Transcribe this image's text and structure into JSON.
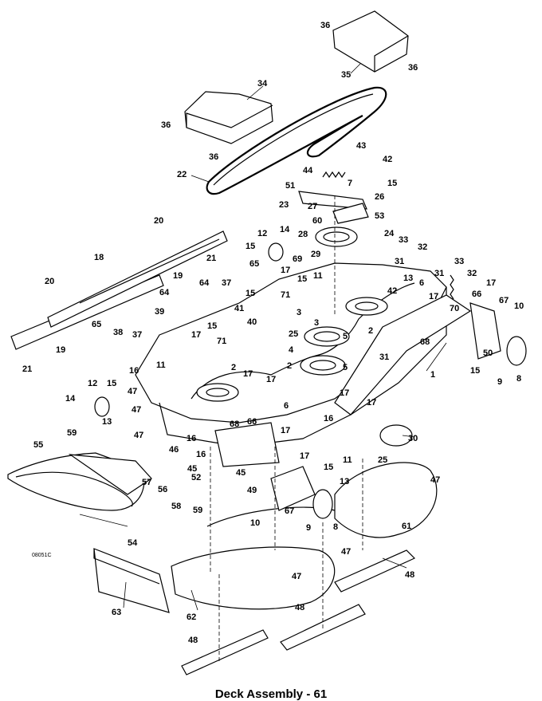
{
  "diagram": {
    "caption": "Deck Assembly - 61",
    "reference_code": "08051C",
    "callouts": [
      "1",
      "2",
      "3",
      "4",
      "5",
      "6",
      "7",
      "8",
      "9",
      "10",
      "11",
      "12",
      "13",
      "14",
      "15",
      "16",
      "17",
      "18",
      "19",
      "20",
      "21",
      "22",
      "23",
      "24",
      "25",
      "26",
      "27",
      "28",
      "29",
      "30",
      "31",
      "32",
      "33",
      "34",
      "35",
      "36",
      "37",
      "38",
      "39",
      "40",
      "41",
      "42",
      "43",
      "44",
      "45",
      "46",
      "47",
      "48",
      "49",
      "50",
      "51",
      "52",
      "53",
      "54",
      "55",
      "56",
      "57",
      "58",
      "59",
      "60",
      "61",
      "62",
      "63",
      "64",
      "65",
      "66",
      "67",
      "68",
      "69",
      "70",
      "71"
    ]
  }
}
